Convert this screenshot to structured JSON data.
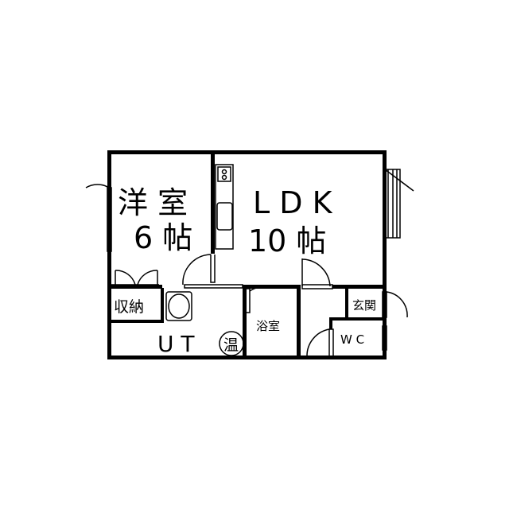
{
  "rooms": {
    "western": {
      "name": "洋 室",
      "size": "6 帖"
    },
    "ldk": {
      "name": "L D K",
      "size": "10 帖"
    },
    "storage": {
      "name": "収納"
    },
    "ut": {
      "name": "U T"
    },
    "water_heater": {
      "name": "温"
    },
    "bath": {
      "name": "浴室"
    },
    "entrance": {
      "name": "玄関"
    },
    "wc": {
      "name": "W C"
    }
  },
  "colors": {
    "wall": "#000000",
    "background": "#ffffff"
  }
}
